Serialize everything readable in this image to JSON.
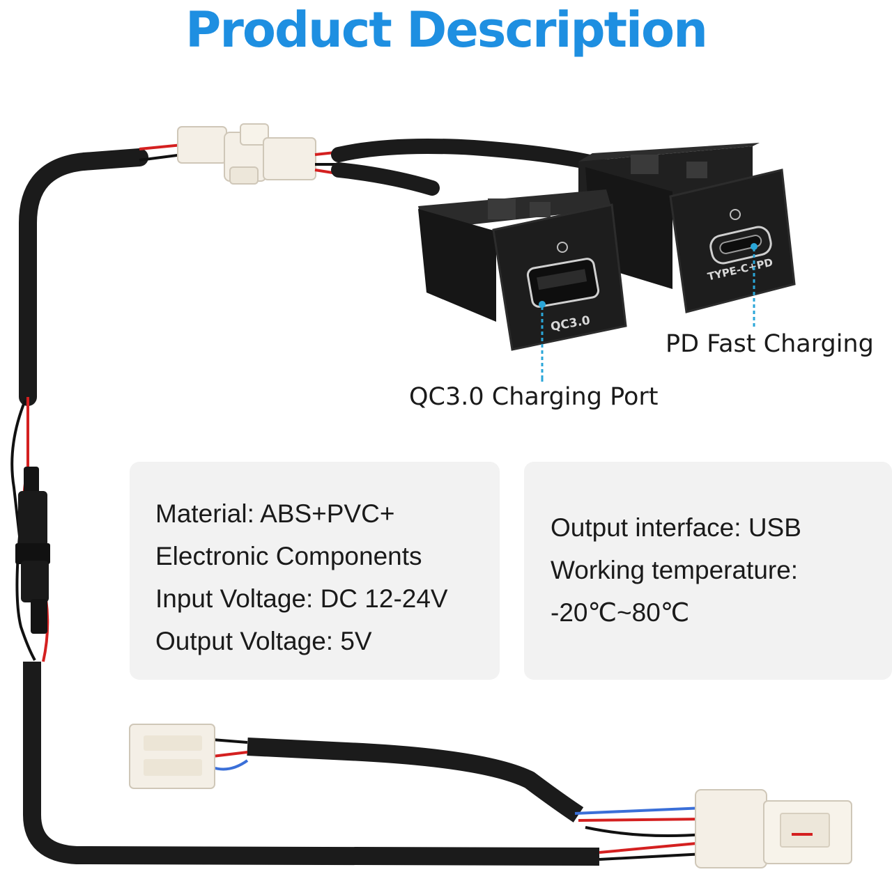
{
  "header": {
    "title": "Product Description"
  },
  "ports": {
    "usb_port_label": "QC3.0",
    "typec_port_label": "TYPE-C+PD"
  },
  "callouts": {
    "qc_callout": "QC3.0 Charging Port",
    "pd_callout": "PD Fast Charging"
  },
  "specs_left": [
    "Material: ABS+PVC+",
    "Electronic Components",
    "Input Voltage: DC 12-24V",
    "Output Voltage: 5V"
  ],
  "specs_right": [
    "Output interface: USB",
    "Working temperature:",
    "-20℃~80℃"
  ],
  "colors": {
    "title": "#1e8fe1",
    "callout_line": "#2aa6d8",
    "cable": "#1b1b1b",
    "wire_red": "#d42020",
    "wire_blue": "#3a6fd8",
    "connector": "#f4efe6",
    "spec_box": "#f2f2f2"
  }
}
